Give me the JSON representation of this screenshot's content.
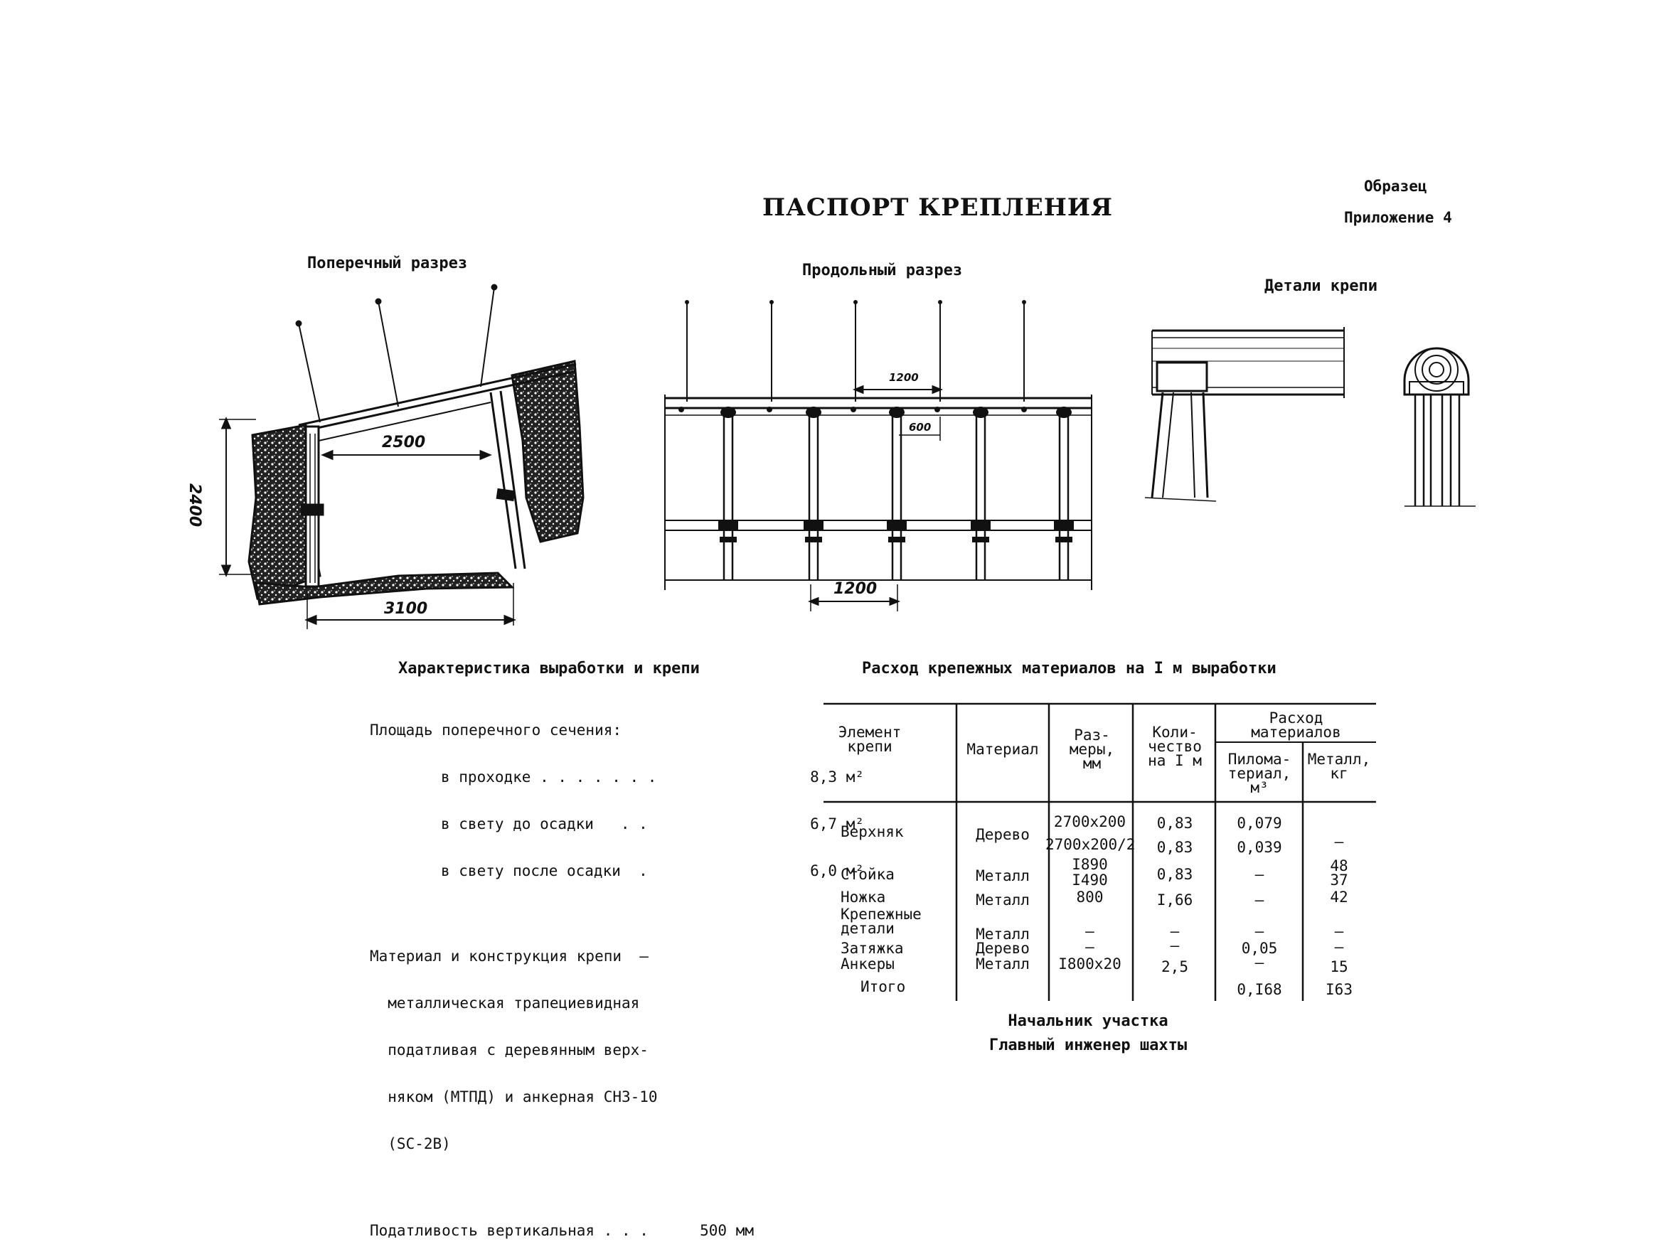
{
  "header": {
    "title": "ПАСПОРТ КРЕПЛЕНИЯ",
    "sample": "Образец",
    "appendix": "Приложение 4"
  },
  "drawings": {
    "cross_section": {
      "caption": "Поперечный разрез",
      "dim_top": "2500",
      "dim_height": "2400",
      "dim_bottom": "3100"
    },
    "longitudinal_section": {
      "caption": "Продольный разрез",
      "dim_top": "1200",
      "dim_small": "600",
      "dim_bottom": "1200"
    },
    "details": {
      "caption": "Детали крепи"
    }
  },
  "characteristics": {
    "heading": "Характеристика выработки и крепи",
    "area_label": "Площадь поперечного сечения:",
    "area_rows": [
      {
        "label": "в проходке . . . . . . .",
        "value": "8,3 м²"
      },
      {
        "label": "в свету до осадки   . .",
        "value": "6,7 м²"
      },
      {
        "label": "в свету после осадки  .",
        "value": "6,0 м²"
      }
    ],
    "material_lines": [
      "Материал и конструкция крепи  –",
      "  металлическая трапециевидная",
      "  податливая с деревянным верх-",
      "  няком (МТПД) и анкерная СНЗ-10",
      "  (SC-2B)"
    ],
    "flex_label": "Податливость вертикальная . . .",
    "flex_value": "500 мм"
  },
  "consumption": {
    "heading": "Расход крепежных материалов на I м выработки",
    "headers": {
      "element": "Элемент крепи",
      "material": "Материал",
      "size": "Раз- меры, мм",
      "qty": "Коли- чество на I м",
      "usage": "Расход материалов",
      "lumber": "Пилома- териал, м³",
      "metal": "Металл, кг"
    },
    "rows": [
      {
        "element": "Верхняк",
        "material": "Дерево",
        "size": "2700x200",
        "qty": "0,83",
        "lumber": "0,079",
        "metal": ""
      },
      {
        "element": "",
        "material": "",
        "size": "2700x200/2",
        "qty": "0,83",
        "lumber": "0,039",
        "metal": "–"
      },
      {
        "element": "Стойка",
        "material": "Металл",
        "size": "I890",
        "qty": "0,83",
        "lumber": "–",
        "metal": "48"
      },
      {
        "element": "",
        "material": "",
        "size": "I490",
        "qty": "",
        "lumber": "",
        "metal": "37"
      },
      {
        "element": "Ножка",
        "material": "Металл",
        "size": "800",
        "qty": "I,66",
        "lumber": "–",
        "metal": "42"
      },
      {
        "element": "Крепежные детали",
        "material": "Металл",
        "size": "–",
        "qty": "–",
        "lumber": "–",
        "metal": "–"
      },
      {
        "element": "Затяжка",
        "material": "Дерево",
        "size": "–",
        "qty": "–",
        "lumber": "0,05",
        "metal": "–"
      },
      {
        "element": "Анкеры",
        "material": "Металл",
        "size": "I800x20",
        "qty": "2,5",
        "lumber": "–",
        "metal": "15"
      },
      {
        "element": "Итого",
        "material": "",
        "size": "",
        "qty": "",
        "lumber": "0,I68",
        "metal": "I63"
      }
    ]
  },
  "signatures": {
    "chief": "Начальник участка",
    "engineer": "Главный инженер шахты"
  }
}
